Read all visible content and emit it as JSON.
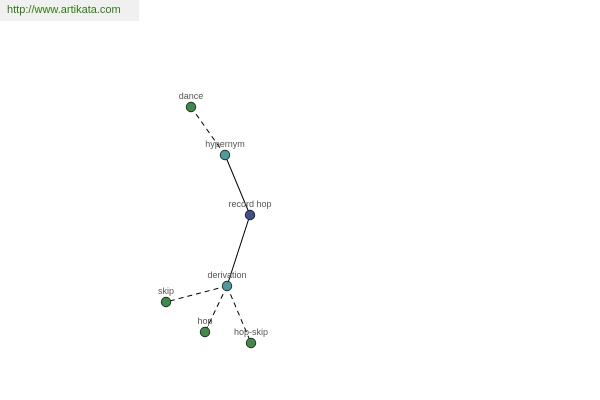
{
  "site_url": "http://www.artikata.com",
  "colors": {
    "node_center": "#3d4f8c",
    "node_relation": "#4a9b9b",
    "node_leaf": "#3e8a48",
    "node_stroke": "#1e1e1e",
    "edge": "#000000",
    "url_text": "#2f7a12"
  },
  "graph": {
    "nodes": [
      {
        "id": "record_hop",
        "label": "record hop",
        "kind": "center"
      },
      {
        "id": "hypernym",
        "label": "hypernym",
        "kind": "relation"
      },
      {
        "id": "derivation",
        "label": "derivation",
        "kind": "relation"
      },
      {
        "id": "dance",
        "label": "dance",
        "kind": "leaf"
      },
      {
        "id": "skip",
        "label": "skip",
        "kind": "leaf"
      },
      {
        "id": "hop",
        "label": "hop",
        "kind": "leaf"
      },
      {
        "id": "hop_skip",
        "label": "hop-skip",
        "kind": "leaf"
      }
    ],
    "edges": [
      {
        "from": "record_hop",
        "to": "hypernym",
        "style": "solid"
      },
      {
        "from": "record_hop",
        "to": "derivation",
        "style": "solid"
      },
      {
        "from": "hypernym",
        "to": "dance",
        "style": "dashed"
      },
      {
        "from": "derivation",
        "to": "skip",
        "style": "dashed"
      },
      {
        "from": "derivation",
        "to": "hop",
        "style": "dashed"
      },
      {
        "from": "derivation",
        "to": "hop_skip",
        "style": "dashed"
      }
    ]
  }
}
